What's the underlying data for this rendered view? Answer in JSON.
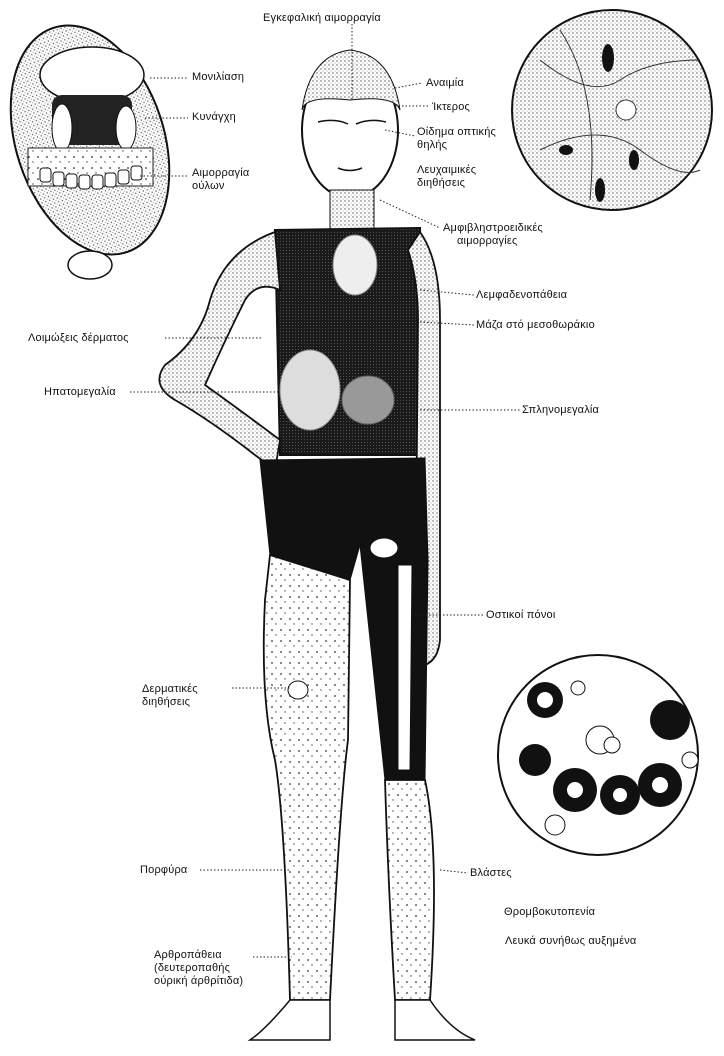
{
  "labels": {
    "brain_hemorrhage": "Εγκεφαλική αιμορραγία",
    "thrush": "Μονιλίαση",
    "anemia": "Αναιμία",
    "jaundice": "Ίκτερος",
    "fatigue": "Κυνάγχη",
    "optic_edema_1": "Οίδημα οπτικής",
    "optic_edema_2": "θηλής",
    "gum_bleed_1": "Αιμορραγία",
    "gum_bleed_2": "ούλων",
    "white_infiltrates_1": "Λευχαιμικές",
    "white_infiltrates_2": "διηθήσεις",
    "retinal_hem_1": "Αμφιβληστροειδικές",
    "retinal_hem_2": "αιμορραγίες",
    "lymphadenopathy": "Λεμφαδενοπάθεια",
    "skin_infections": "Λοιμώξεις δέρματος",
    "mediastinal_mass": "Μάζα στό μεσοθωράκιο",
    "hepatomegaly": "Ηπατομεγαλία",
    "splenomegaly": "Σπληνομεγαλία",
    "bone_pain": "Οστικοί πόνοι",
    "skin_infiltrates_1": "Δερματικές",
    "skin_infiltrates_2": "διηθήσεις",
    "purpura": "Πορφύρα",
    "blasts": "Βλάστες",
    "thrombocytopenia": "Θρομβοκυτοπενία",
    "white_count": "Λευκά συνήθως αυξημένα",
    "arthropathy_1": "Αρθροπάθεια",
    "arthropathy_2": "(δευτεροπαθής",
    "arthropathy_3": "ούρική άρθρίτιδα)"
  }
}
